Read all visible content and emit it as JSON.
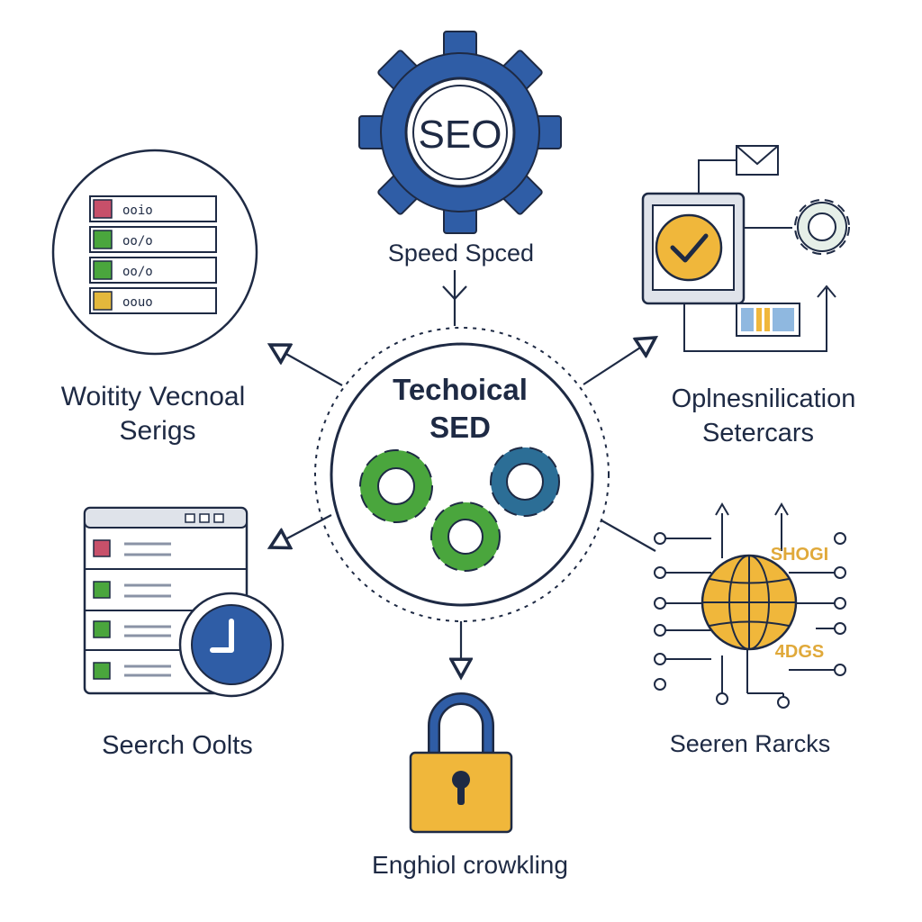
{
  "center": {
    "title_line1": "Techoical",
    "title_line2": "SED"
  },
  "nodes": {
    "speed": {
      "badge": "SEO",
      "label": "Speed Spced"
    },
    "optimization": {
      "label_line1": "Oplnesnilication",
      "label_line2": "Setercars"
    },
    "mobile": {
      "label_line1": "Woitity Vecnoal",
      "label_line2": "Serigs",
      "list_items": [
        "ooio",
        "oo/o",
        "oo/o",
        "oouo"
      ]
    },
    "tools": {
      "label": "Seerch Oolts"
    },
    "ranks": {
      "label": "Seeren Rarcks",
      "tag_top": "SHOGI",
      "tag_bottom": "4DGS"
    },
    "crawling": {
      "label": "Enghiol crowkling"
    }
  },
  "colors": {
    "navy": "#1e2a44",
    "blue": "#2f5da6",
    "green": "#4aa63d",
    "teal": "#2c6e96",
    "gold": "#f0b73b",
    "red": "#c7506a"
  }
}
